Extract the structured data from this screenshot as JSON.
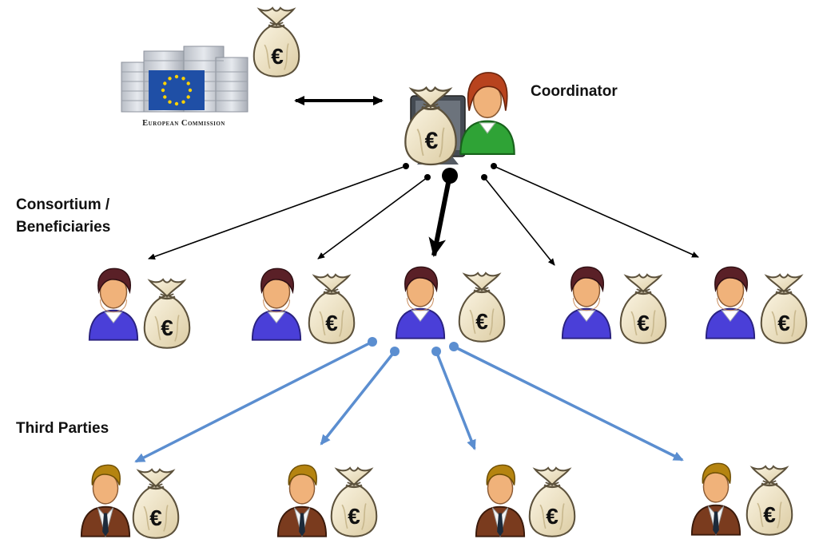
{
  "labels": {
    "coordinator": "Coordinator",
    "consortium_line1": "Consortium /",
    "consortium_line2": "Beneficiaries",
    "third_parties": "Third Parties",
    "european_commission": "European Commission",
    "euro_symbol": "€"
  },
  "colors": {
    "coordinator_shirt": "#2fa336",
    "beneficiary_shirt": "#4a3fd8",
    "third_party_suit": "#7a3b1e",
    "money_bag": "#f1e6c8",
    "blue_arrows": "#5b8ed0",
    "black_arrows": "#000000",
    "eu_flag": "#1f4fa6",
    "eu_stars": "#ffd200"
  },
  "icons": {
    "coordinator": "coordinator-with-money-bag-icon",
    "beneficiary": "beneficiary-person-icon",
    "third_party": "third-party-businessman-icon",
    "money_bag": "euro-money-bag-icon",
    "commission": "european-commission-building-icon"
  }
}
